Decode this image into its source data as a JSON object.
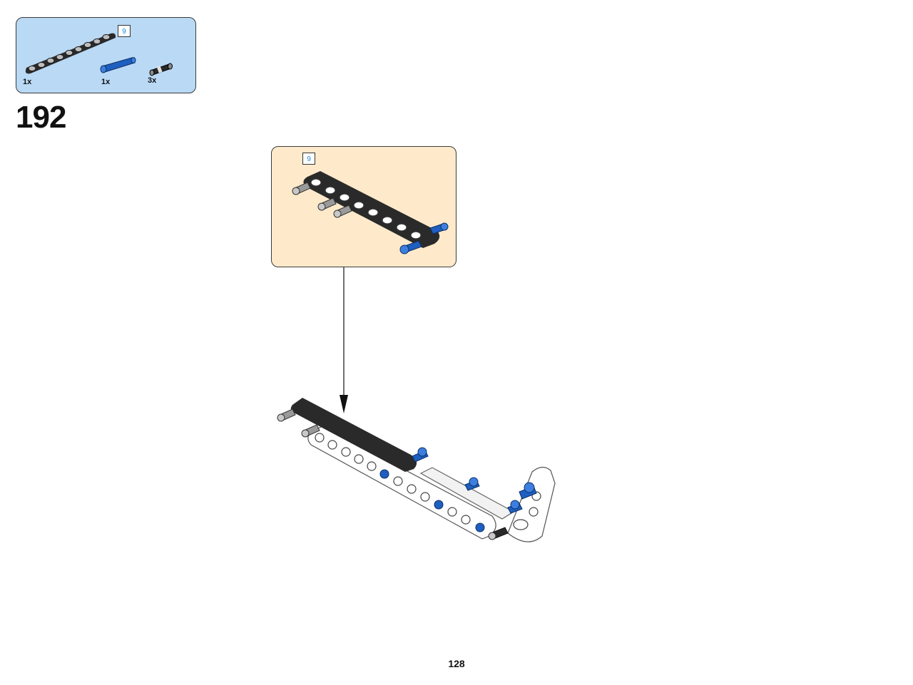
{
  "parts_list": {
    "items": [
      {
        "name": "beam-9",
        "quantity": "1x"
      },
      {
        "name": "blue-axle-pin",
        "quantity": "1x"
      },
      {
        "name": "black-friction-pin",
        "quantity": "3x"
      }
    ],
    "beam_length": "9"
  },
  "step": {
    "number": "192"
  },
  "subassembly": {
    "beam_length": "9"
  },
  "page": {
    "number": "128"
  },
  "colors": {
    "parts_box_bg": "#b9d9f5",
    "subassembly_bg": "#feeacb",
    "beam_black": "#2a2a2a",
    "pin_blue": "#1e5fbf",
    "length_label": "#1b8ad6"
  }
}
